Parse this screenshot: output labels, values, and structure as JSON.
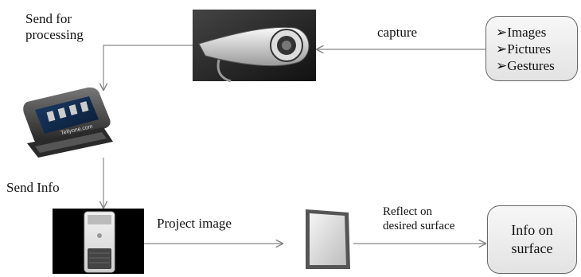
{
  "labels": {
    "send_for_processing": [
      "Send for",
      "processing"
    ],
    "capture": "capture",
    "send_info": "Send Info",
    "project_image": "Project image",
    "reflect": [
      "Reflect on",
      "desired surface"
    ]
  },
  "input_box": {
    "items": [
      "Images",
      "Pictures",
      "Gestures"
    ],
    "bullet": "➢"
  },
  "output_box": [
    "Info on",
    "surface"
  ],
  "device_images": {
    "camera": "camera-photo",
    "phone": "smartphone-photo",
    "phone_caption": "Tellyone.com",
    "projector": "pico-projector-photo",
    "mirror": "mirror-photo"
  },
  "colors": {
    "arrow": "#888888",
    "box_border": "#666666",
    "box_fill": "#ececec"
  }
}
